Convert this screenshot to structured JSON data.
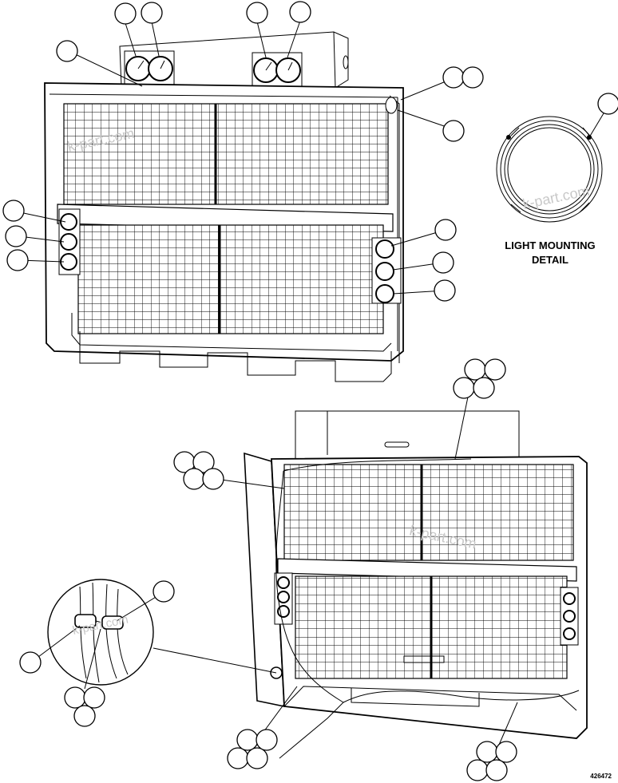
{
  "detail_label_line1": "LIGHT MOUNTING",
  "detail_label_line2": "DETAIL",
  "watermark": "k-part.com",
  "figure_number": "426472",
  "colors": {
    "ink": "#000000",
    "paper": "#ffffff",
    "watermark": "#c8c8c8"
  }
}
